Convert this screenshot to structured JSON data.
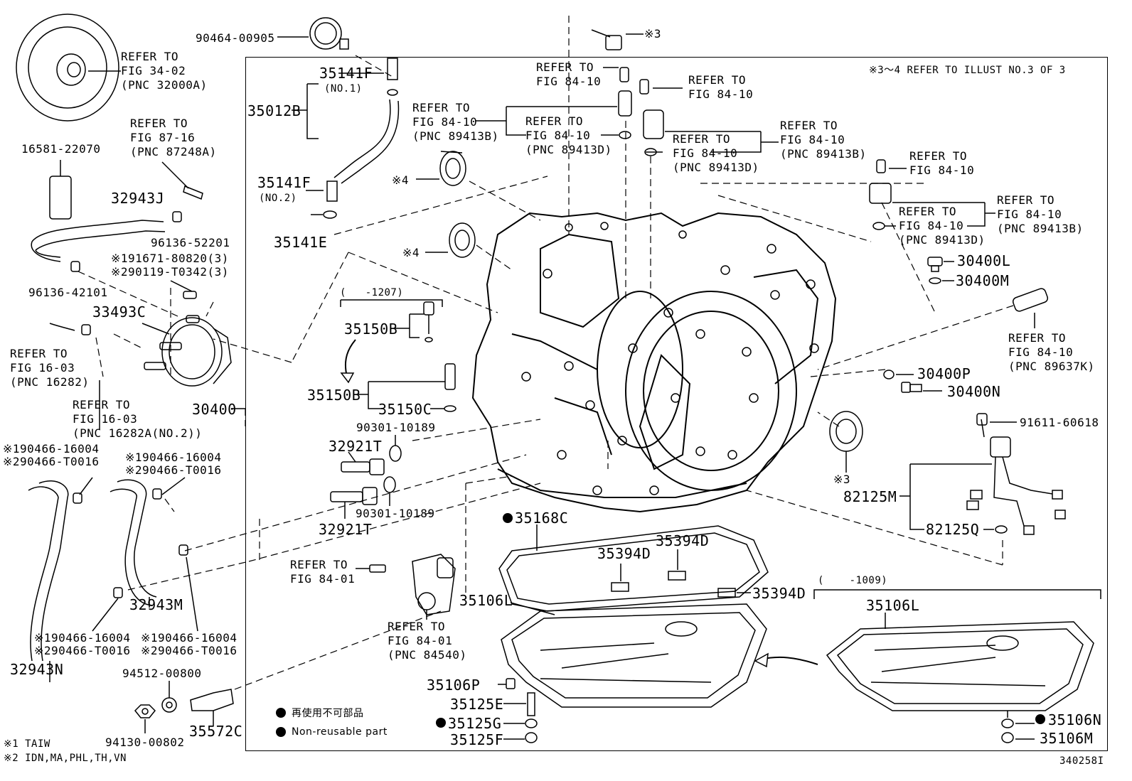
{
  "diagram_id": "340258I",
  "frame_note": "※3～4 REFER TO ILLUST NO.3 OF 3",
  "legend": {
    "jp": "再使用不可部品",
    "en": "Non-reusable part",
    "note1": "※1 TAIW",
    "note2": "※2 IDN,MA,PHL,TH,VN"
  },
  "labels": {
    "p90464": "90464-00905",
    "ref_32000a": "REFER TO\nFIG 34-02\n(PNC 32000A)",
    "p35141f_1": "35141F",
    "no1": "(NO.1)",
    "p35012b": "35012B",
    "p35141f_2": "35141F",
    "no2": "(NO.2)",
    "p35141e": "35141E",
    "ref_87248a": "REFER TO\nFIG 87-16\n(PNC 87248A)",
    "p16581": "16581-22070",
    "p32943j": "32943J",
    "p96136_52201": "96136-52201",
    "p191671": "※191671-80820(3)",
    "p290119": "※290119-T0342(3)",
    "p96136_42101": "96136-42101",
    "p33493c": "33493C",
    "ref_16282": "REFER TO\nFIG 16-03\n(PNC 16282)",
    "ref_16282a": "REFER TO\nFIG 16-03\n(PNC 16282A(NO.2))",
    "p30400": "30400",
    "h_a1": "※190466-16004",
    "h_a2": "※290466-T0016",
    "h_b1": "※190466-16004",
    "h_b2": "※290466-T0016",
    "h_c1": "※190466-16004",
    "h_c2": "※290466-T0016",
    "h_d1": "※190466-16004",
    "h_d2": "※290466-T0016",
    "p32943m": "32943M",
    "p32943n": "32943N",
    "p94512": "94512-00800",
    "p94130": "94130-00802",
    "p35572c": "35572C",
    "star3_top": "※3",
    "ref_8410_a": "REFER TO\nFIG 84-10",
    "ref_8410_b": "REFER TO\nFIG 84-10",
    "ref_89413b_a": "REFER TO\nFIG 84-10\n(PNC 89413B)",
    "ref_89413d_a": "REFER TO\nFIG 84-10\n(PNC 89413D)",
    "ref_89413d_b": "REFER TO\nFIG 84-10\n(PNC 89413D)",
    "ref_89413b_b": "REFER TO\nFIG 84-10\n(PNC 89413B)",
    "ref_8410_c": "REFER TO\nFIG 84-10",
    "ref_89413d_c": "REFER TO\nFIG 84-10\n(PNC 89413D)",
    "ref_89413b_c": "REFER TO\nFIG 84-10\n(PNC 89413B)",
    "star4_a": "※4",
    "star4_b": "※4",
    "p30400l": "30400L",
    "p30400m": "30400M",
    "ref_89637k": "REFER TO\nFIG 84-10\n(PNC 89637K)",
    "range_1207": "(   -1207)",
    "p35150b_1": "35150B",
    "p35150b_2": "35150B",
    "p35150c": "35150C",
    "p90301_a": "90301-10189",
    "p32921t_a": "32921T",
    "p32921t_b": "32921T",
    "p90301_b": "90301-10189",
    "p30400p": "30400P",
    "p30400n": "30400N",
    "p91611": "91611-60618",
    "star3_seal": "※3",
    "p82125m": "82125M",
    "p82125q": "82125Q",
    "p35168c": "35168C",
    "p35394d_a": "35394D",
    "p35394d_b": "35394D",
    "p35394d_c": "35394D",
    "ref_8401_a": "REFER TO\nFIG 84-01",
    "ref_84540": "REFER TO\nFIG 84-01\n(PNC 84540)",
    "p35106l_a": "35106L",
    "range_1009": "(    -1009)",
    "p35106l_b": "35106L",
    "p35106p": "35106P",
    "p35125e": "35125E",
    "p35125g": "35125G",
    "p35125f": "35125F",
    "p35106n": "35106N",
    "p35106m": "35106M"
  }
}
